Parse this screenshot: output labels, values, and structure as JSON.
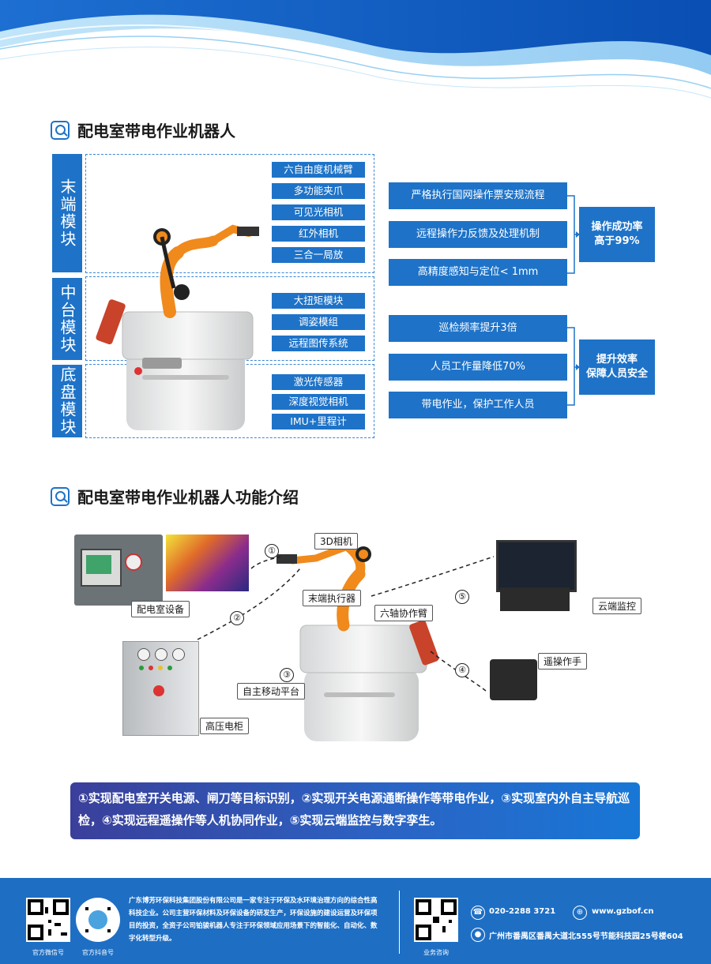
{
  "section1": {
    "title": "配电室带电作业机器人"
  },
  "modules": [
    {
      "label": "末端模块"
    },
    {
      "label": "中台模块"
    },
    {
      "label": "底盘模块"
    }
  ],
  "features": {
    "end": [
      "六自由度机械臂",
      "多功能夹爪",
      "可见光相机",
      "红外相机",
      "三合一局放"
    ],
    "middle": [
      "大扭矩模块",
      "调姿模组",
      "远程图传系统"
    ],
    "chassis": [
      "激光传感器",
      "深度视觉相机",
      "IMU+里程计"
    ]
  },
  "benefits": {
    "group1": [
      "严格执行国网操作票安规流程",
      "远程操作力反馈及处理机制",
      "高精度感知与定位< 1mm"
    ],
    "group2": [
      "巡检频率提升3倍",
      "人员工作量降低70%",
      "带电作业，保护工作人员"
    ]
  },
  "results": [
    "操作成功率\n高于99%",
    "提升效率\n保障人员安全"
  ],
  "section2": {
    "title": "配电室带电作业机器人功能介绍"
  },
  "callouts": {
    "camera3d": "3D相机",
    "end_effector": "末端执行器",
    "six_axis": "六轴协作臂",
    "mobile_platform": "自主移动平台",
    "equipment": "配电室设备",
    "hv_cabinet": "高压电柜",
    "cloud": "云端监控",
    "teleop": "遥操作手"
  },
  "numbers": [
    "①",
    "②",
    "③",
    "④",
    "⑤"
  ],
  "summary": "①实现配电室开关电源、闸刀等目标识别，②实现开关电源通断操作等带电作业，③实现室内外自主导航巡检，④实现远程遥操作等人机协同作业，⑤实现云端监控与数字孪生。",
  "footer": {
    "qr_labels": [
      "官方微信号",
      "官方抖音号",
      "业务咨询"
    ],
    "company_text": "广东博芳环保科技集团股份有限公司是一家专注于环保及水环境治理方向的综合性高科技企业。公司主营环保材料及环保设备的研发生产，环保设施的建设运营及环保项目的投资，全资子公司铂骏机器人专注于环保领域应用场景下的智能化、自动化、数字化转型升级。",
    "phone": "020-2288 3721",
    "website": "www.gzbof.cn",
    "address": "广州市番禺区番禺大道北555号节能科技园25号楼604"
  },
  "colors": {
    "primary": "#1e73c8",
    "footer": "#1e6fc4"
  }
}
